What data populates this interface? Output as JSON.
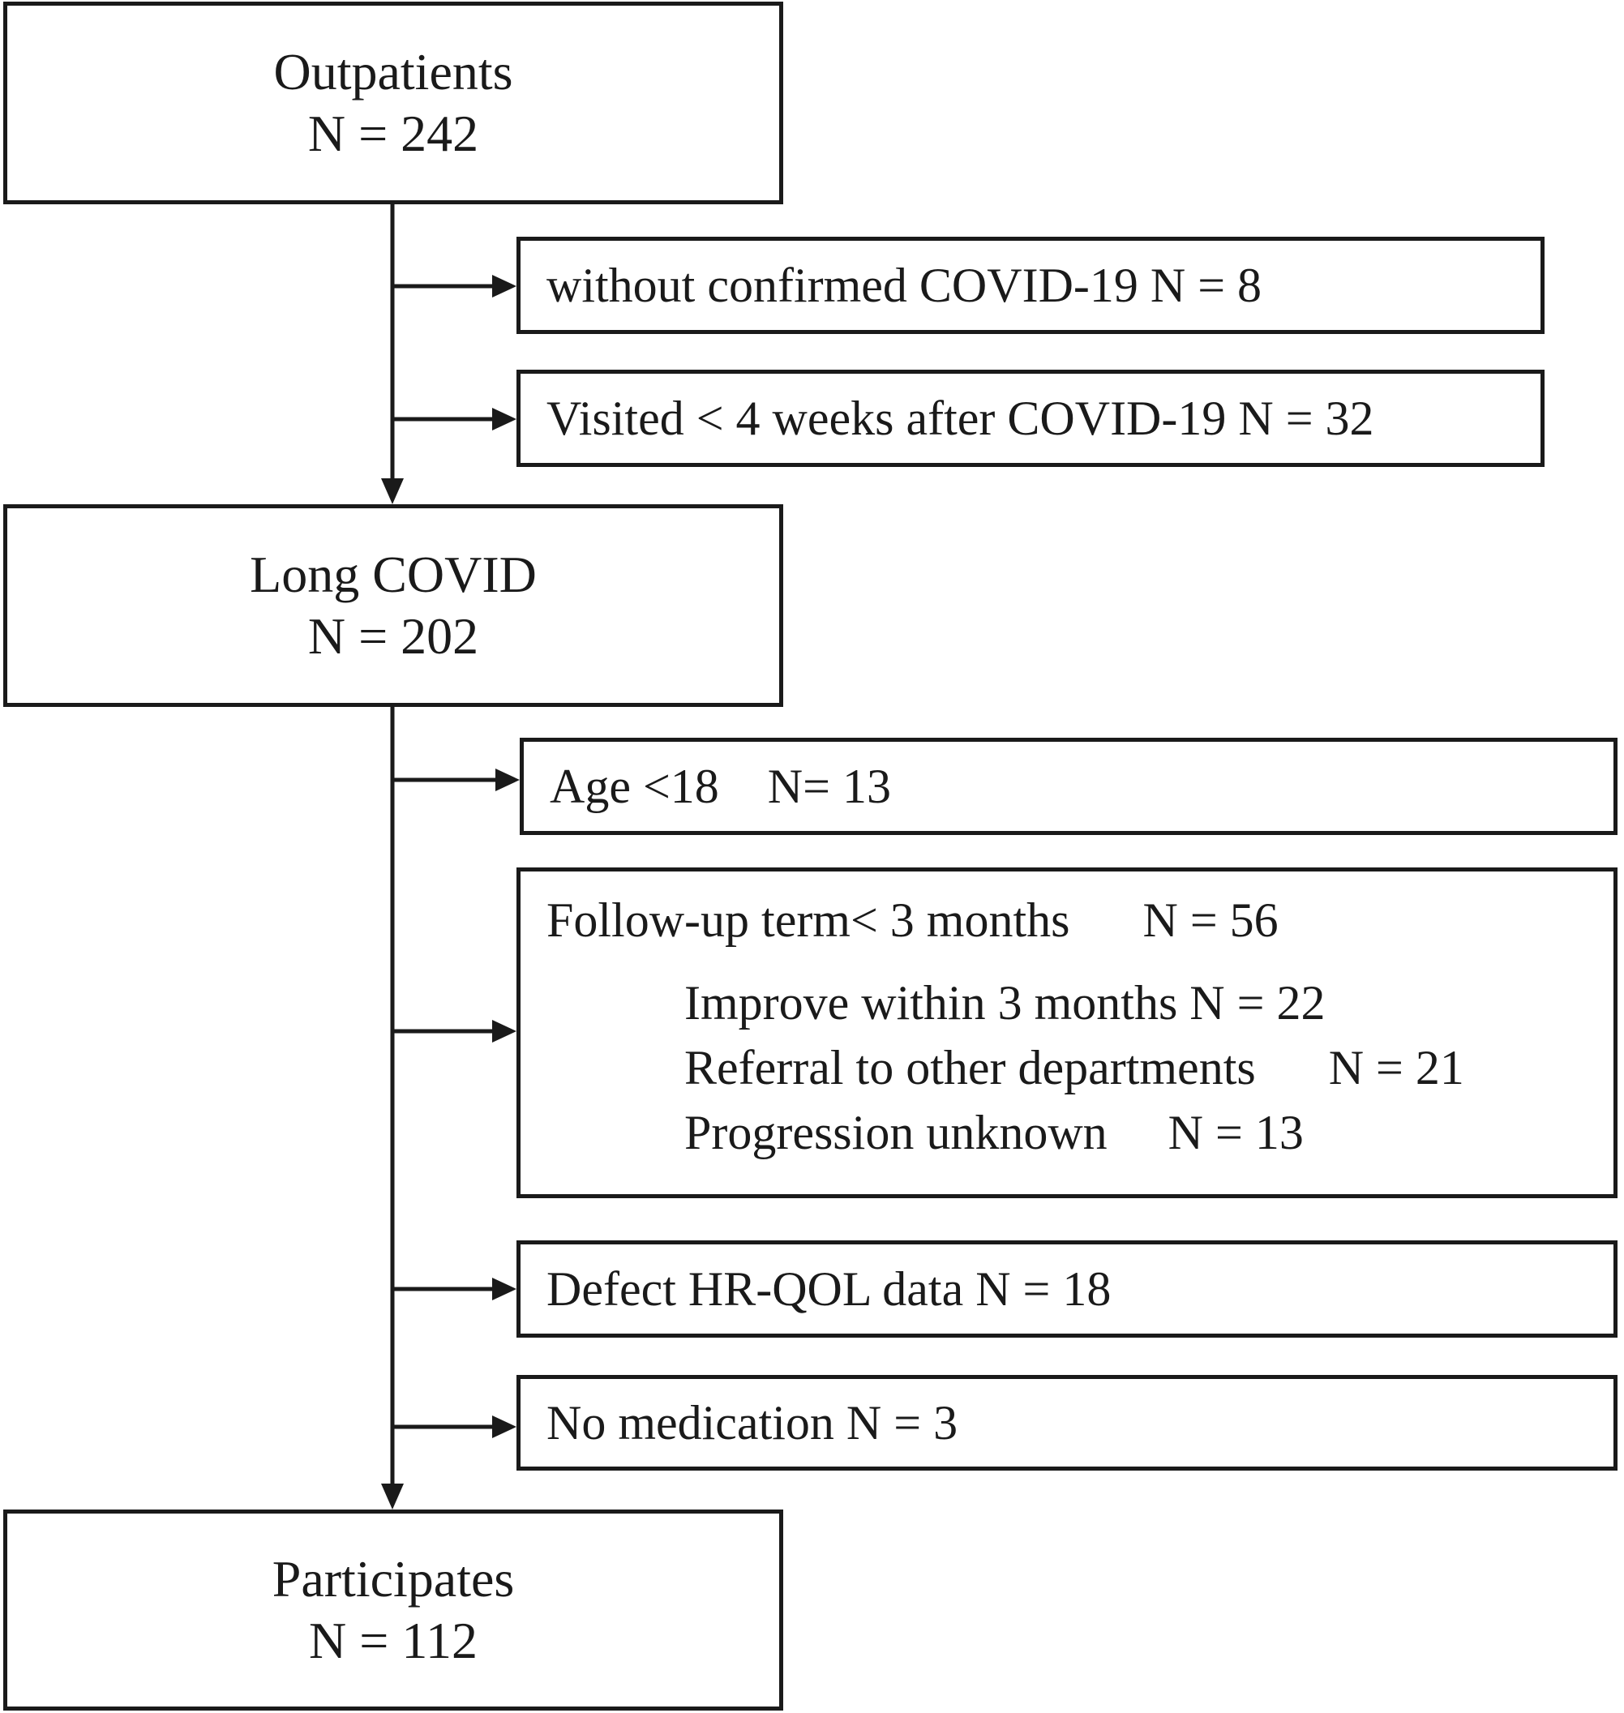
{
  "nodes": {
    "outpatients": {
      "label": "Outpatients",
      "count": "N = 242"
    },
    "long_covid": {
      "label": "Long COVID",
      "count": "N = 202"
    },
    "participants": {
      "label": "Participates",
      "count": "N = 112"
    }
  },
  "exclusions_stage1": [
    {
      "text": "without confirmed COVID-19 N = 8"
    },
    {
      "text": "Visited < 4 weeks after COVID-19 N = 32"
    }
  ],
  "exclusions_stage2": {
    "age": {
      "text": "Age <18    N= 13"
    },
    "followup": {
      "heading": "Follow-up term< 3 months      N = 56",
      "items": [
        {
          "text": "Improve within 3 months N = 22"
        },
        {
          "text": "Referral to other departments      N = 21"
        },
        {
          "text": "Progression unknown     N = 13"
        }
      ]
    },
    "hrqol": {
      "text": "Defect HR-QOL data N = 18"
    },
    "medication": {
      "text": "No medication N = 3"
    }
  },
  "colors": {
    "line": "#1a1a1a",
    "background": "#ffffff"
  }
}
